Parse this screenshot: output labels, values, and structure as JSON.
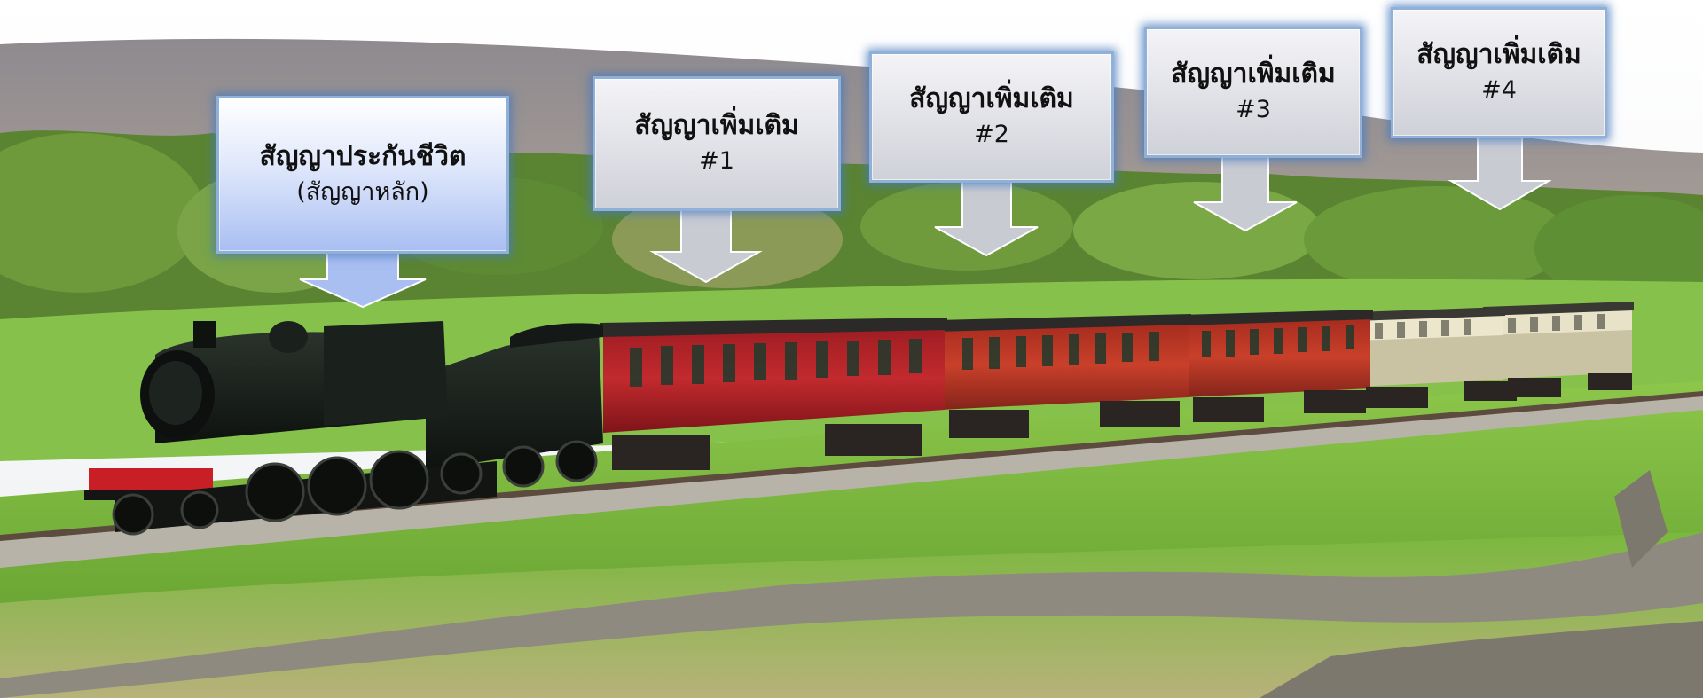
{
  "main_contract": {
    "title": "สัญญาประกันชีวิต",
    "subtitle": "(สัญญาหลัก)"
  },
  "riders": [
    {
      "title": "สัญญาเพิ่มเติม",
      "number": "#1"
    },
    {
      "title": "สัญญาเพิ่มเติม",
      "number": "#2"
    },
    {
      "title": "สัญญาเพิ่มเติม",
      "number": "#3"
    },
    {
      "title": "สัญญาเพิ่มเติม",
      "number": "#4"
    }
  ],
  "colors": {
    "main_box_gradient_bottom": "#a9bff2",
    "rider_box": "#dedfe5",
    "glow": "#4678be",
    "locomotive": "#151a16",
    "red_coach": "#b8222a",
    "cream_coach": "#e8e3c8",
    "grass": "#77b23a"
  }
}
